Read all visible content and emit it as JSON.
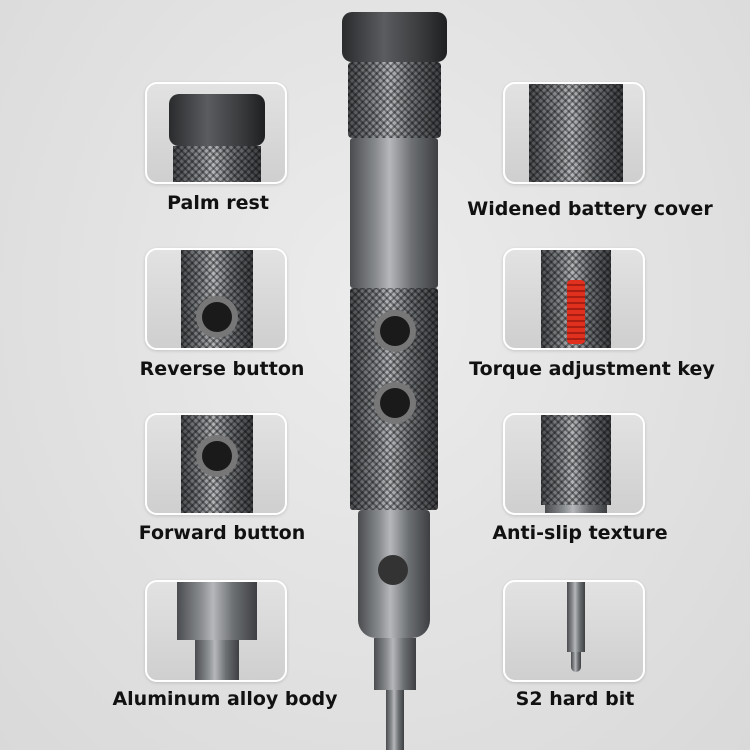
{
  "features": {
    "palm_rest": "Palm rest",
    "battery_cover": "Widened battery cover",
    "reverse_button": "Reverse button",
    "torque_key": "Torque adjustment key",
    "forward_button": "Forward button",
    "anti_slip": "Anti-slip texture",
    "body": "Aluminum alloy body",
    "bit": "S2 hard bit"
  },
  "colors": {
    "background": "#e2e2e2",
    "torque_key": "#e0301e"
  }
}
